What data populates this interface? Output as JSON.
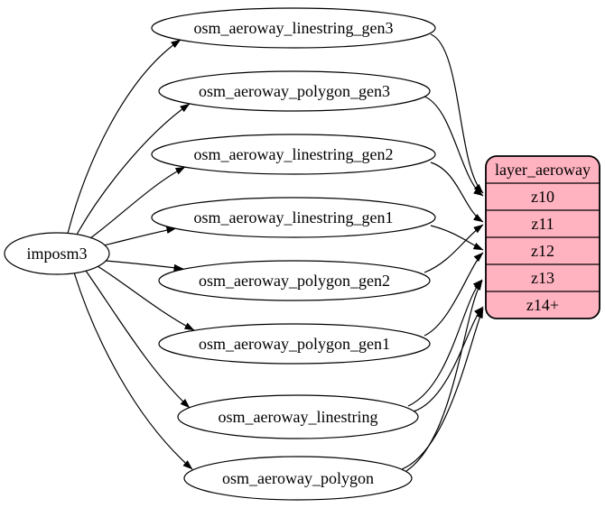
{
  "background": "#ffffff",
  "colors": {
    "edge": "#000000",
    "node_fill": "#ffffff",
    "node_stroke": "#000000",
    "layer_fill": "#ffb3c1",
    "layer_stroke": "#000000",
    "text": "#000000"
  },
  "source_node": {
    "label": "imposm3"
  },
  "table_nodes": [
    {
      "label": "osm_aeroway_linestring_gen3"
    },
    {
      "label": "osm_aeroway_polygon_gen3"
    },
    {
      "label": "osm_aeroway_linestring_gen2"
    },
    {
      "label": "osm_aeroway_linestring_gen1"
    },
    {
      "label": "osm_aeroway_polygon_gen2"
    },
    {
      "label": "osm_aeroway_polygon_gen1"
    },
    {
      "label": "osm_aeroway_linestring"
    },
    {
      "label": "osm_aeroway_polygon"
    }
  ],
  "layer_node": {
    "title": "layer_aeroway",
    "rows": [
      "z10",
      "z11",
      "z12",
      "z13",
      "z14+"
    ]
  },
  "edges": [
    {
      "from": "imposm3",
      "to": "osm_aeroway_linestring_gen3"
    },
    {
      "from": "imposm3",
      "to": "osm_aeroway_polygon_gen3"
    },
    {
      "from": "imposm3",
      "to": "osm_aeroway_linestring_gen2"
    },
    {
      "from": "imposm3",
      "to": "osm_aeroway_linestring_gen1"
    },
    {
      "from": "imposm3",
      "to": "osm_aeroway_polygon_gen2"
    },
    {
      "from": "imposm3",
      "to": "osm_aeroway_polygon_gen1"
    },
    {
      "from": "imposm3",
      "to": "osm_aeroway_linestring"
    },
    {
      "from": "imposm3",
      "to": "osm_aeroway_polygon"
    },
    {
      "from": "osm_aeroway_linestring_gen3",
      "to": "layer_aeroway.z10"
    },
    {
      "from": "osm_aeroway_polygon_gen3",
      "to": "layer_aeroway.z10"
    },
    {
      "from": "osm_aeroway_linestring_gen2",
      "to": "layer_aeroway.z11"
    },
    {
      "from": "osm_aeroway_polygon_gen2",
      "to": "layer_aeroway.z11"
    },
    {
      "from": "osm_aeroway_linestring_gen1",
      "to": "layer_aeroway.z12"
    },
    {
      "from": "osm_aeroway_polygon_gen1",
      "to": "layer_aeroway.z12"
    },
    {
      "from": "osm_aeroway_linestring",
      "to": "layer_aeroway.z13"
    },
    {
      "from": "osm_aeroway_polygon",
      "to": "layer_aeroway.z13"
    },
    {
      "from": "osm_aeroway_linestring",
      "to": "layer_aeroway.z14+"
    },
    {
      "from": "osm_aeroway_polygon",
      "to": "layer_aeroway.z14+"
    }
  ]
}
